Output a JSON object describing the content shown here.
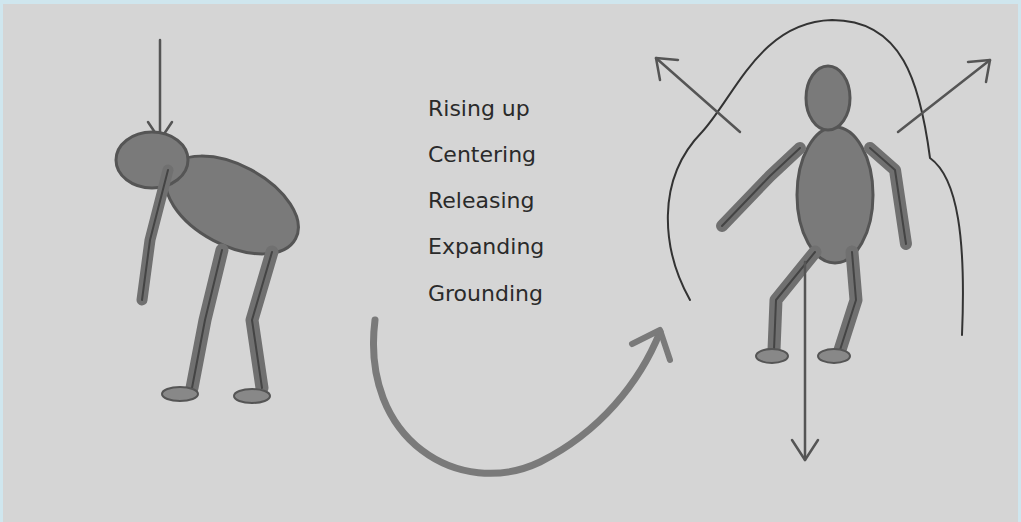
{
  "diagram": {
    "labels": [
      "Rising up",
      "Centering",
      "Releasing",
      "Expanding",
      "Grounding"
    ]
  }
}
